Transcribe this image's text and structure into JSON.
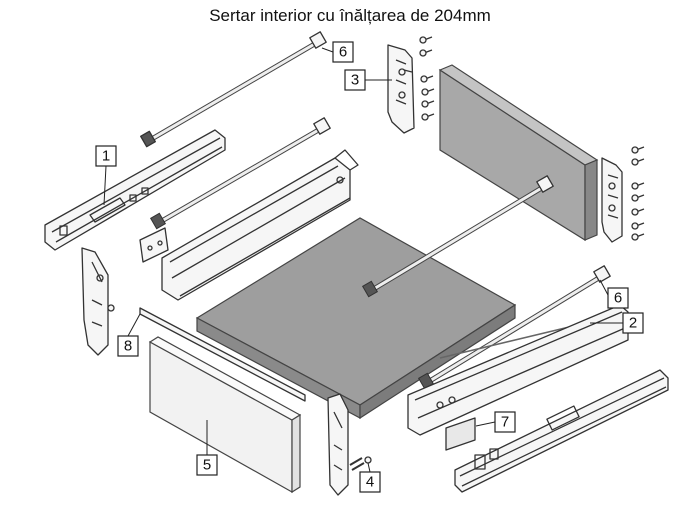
{
  "title": "Sertar interior cu înălțarea de 204mm",
  "callouts": {
    "c1": "1",
    "c2": "2",
    "c3": "3",
    "c4": "4",
    "c5": "5",
    "c6a": "6",
    "c6b": "6",
    "c7": "7",
    "c8": "8"
  }
}
